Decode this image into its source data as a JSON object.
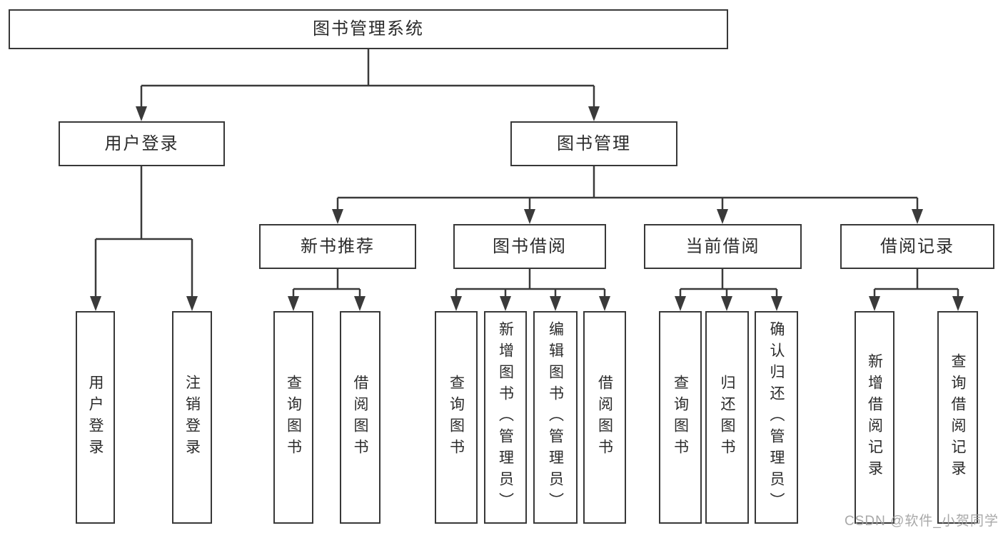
{
  "diagram": {
    "root": {
      "label": "图书管理系统"
    },
    "branches": [
      {
        "label": "用户登录",
        "children": [
          "用户登录",
          "注销登录"
        ]
      },
      {
        "label": "图书管理",
        "sections": [
          {
            "label": "新书推荐",
            "children": [
              "查询图书",
              "借阅图书"
            ]
          },
          {
            "label": "图书借阅",
            "children": [
              "查询图书",
              "新增图书（管理员）",
              "编辑图书（管理员）",
              "借阅图书"
            ]
          },
          {
            "label": "当前借阅",
            "children": [
              "查询图书",
              "归还图书",
              "确认归还（管理员）"
            ]
          },
          {
            "label": "借阅记录",
            "children": [
              "新增借阅记录",
              "查询借阅记录"
            ]
          }
        ]
      }
    ]
  },
  "watermark": {
    "text": "CSDN @软件_小贺同学"
  },
  "colors": {
    "line": "#3a3a3a",
    "border": "#383838",
    "text": "#2b2b2b",
    "watermark": "#9e9e9e",
    "background": "#ffffff"
  }
}
